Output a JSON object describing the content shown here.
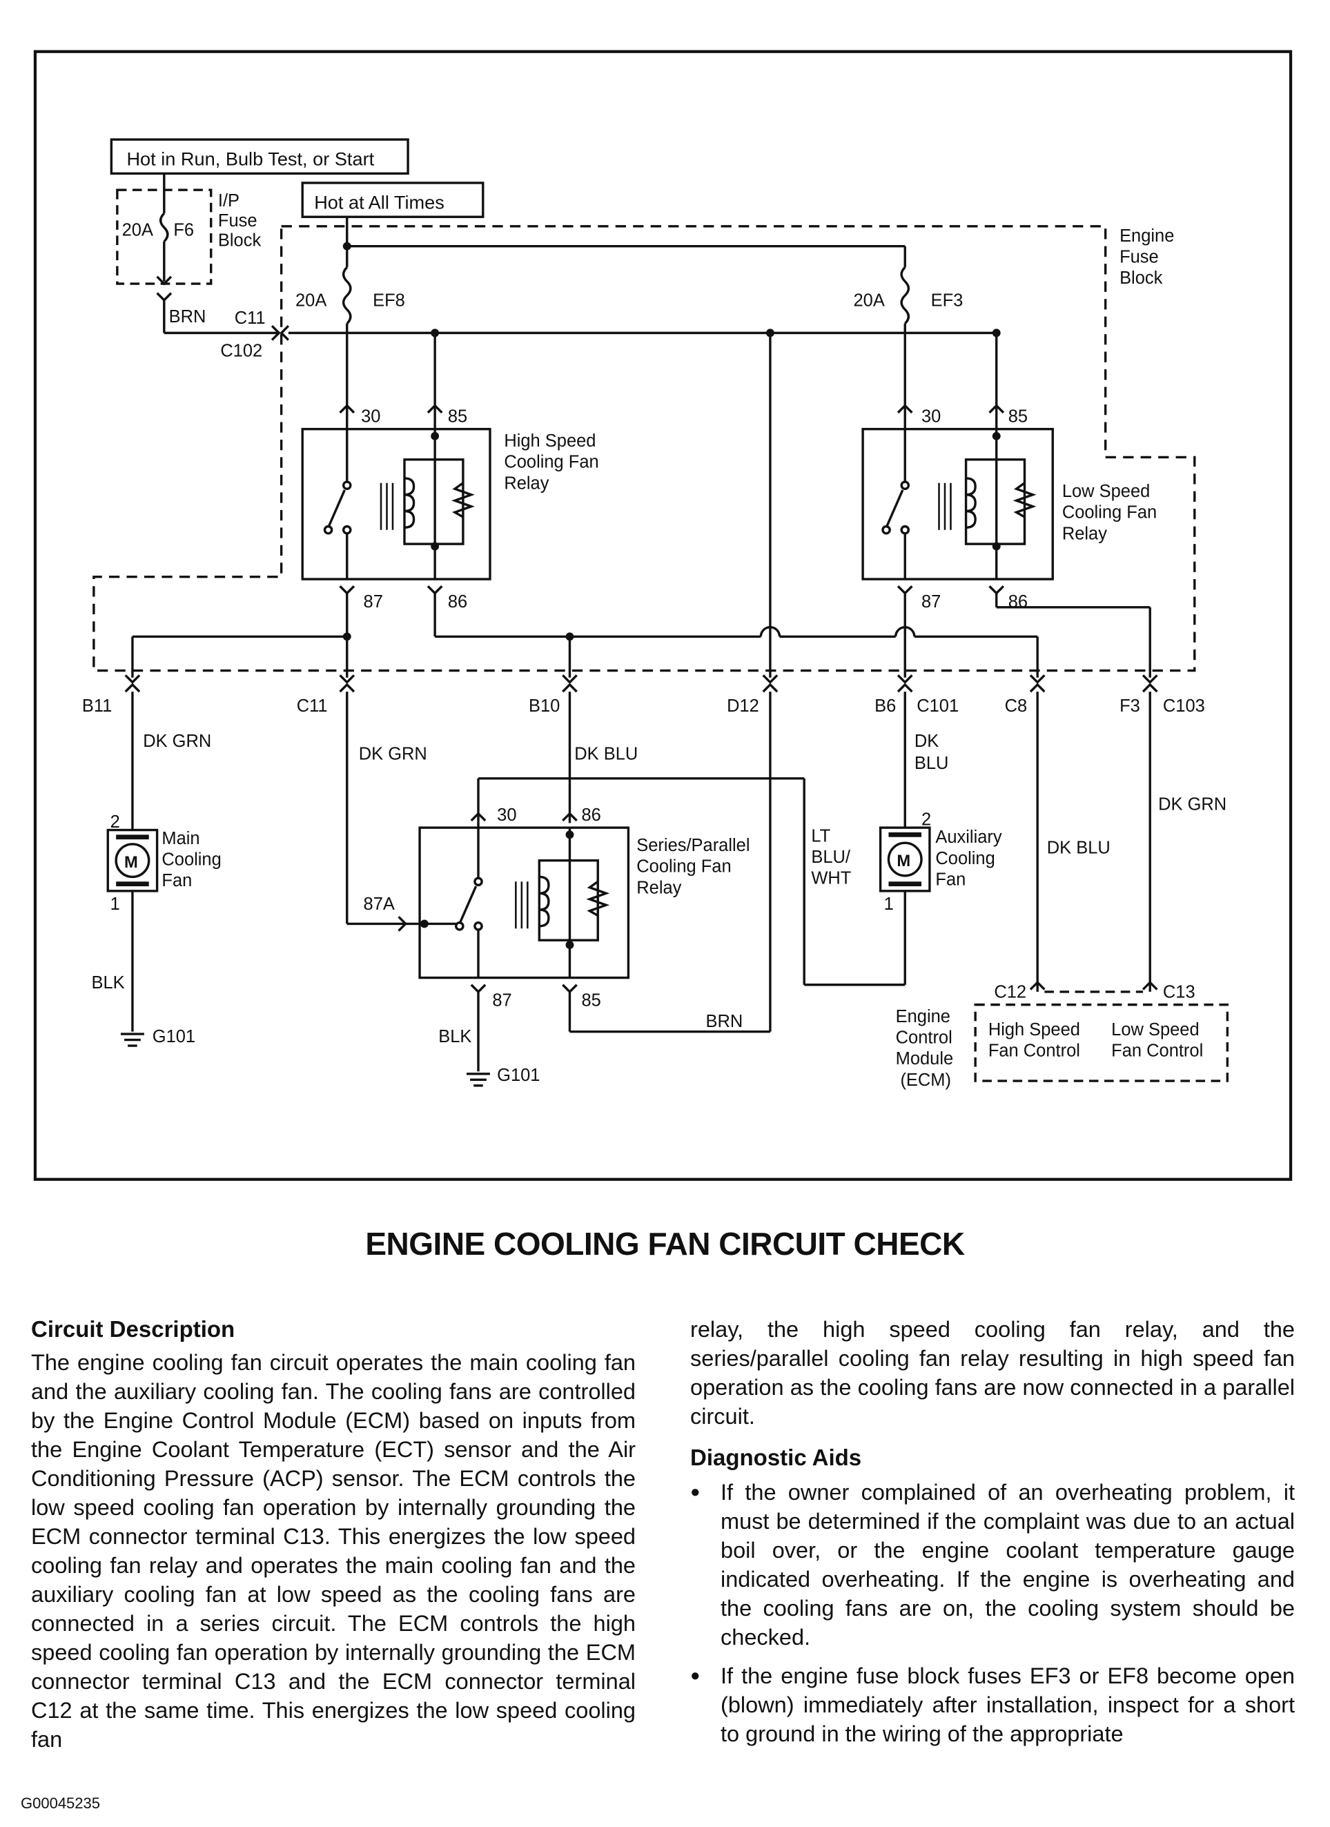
{
  "diagram": {
    "labels": {
      "hot_run": "Hot in Run, Bulb Test, or Start",
      "hot_all": "Hot at All Times",
      "ip_fuse_amp": "20A",
      "ip_fuse_name": "F6",
      "ip_fuse_block": [
        "I/P",
        "Fuse",
        "Block"
      ],
      "brn_wire": "BRN",
      "c11_top": "C11",
      "c102": "C102",
      "engine_fuse_block": [
        "Engine",
        "Fuse",
        "Block"
      ],
      "ef8_amp": "20A",
      "ef8_name": "EF8",
      "ef3_amp": "20A",
      "ef3_name": "EF3",
      "hs_relay_name": [
        "High Speed",
        "Cooling Fan",
        "Relay"
      ],
      "ls_relay_name": [
        "Low Speed",
        "Cooling Fan",
        "Relay"
      ],
      "sp_relay_name": [
        "Series/Parallel",
        "Cooling Fan",
        "Relay"
      ],
      "t30": "30",
      "t85": "85",
      "t87": "87",
      "t86": "86",
      "t87a": "87A",
      "b11": "B11",
      "c11": "C11",
      "b10": "B10",
      "d12": "D12",
      "b6": "B6",
      "c101": "C101",
      "c8": "C8",
      "f3": "F3",
      "c103": "C103",
      "dk_grn": "DK GRN",
      "dk_blu": "DK BLU",
      "dk": "DK",
      "blu": "BLU",
      "lt_blu_wht": [
        "LT",
        "BLU/",
        "WHT"
      ],
      "main_fan": [
        "Main",
        "Cooling",
        "Fan"
      ],
      "aux_fan": [
        "Auxiliary",
        "Cooling",
        "Fan"
      ],
      "motor": "M",
      "pin2": "2",
      "pin1": "1",
      "blk": "BLK",
      "g101": "G101",
      "brn": "BRN",
      "c12": "C12",
      "c13": "C13",
      "ecm": [
        "Engine",
        "Control",
        "Module",
        "(ECM)"
      ],
      "hs_control": [
        "High Speed",
        "Fan Control"
      ],
      "ls_control": [
        "Low Speed",
        "Fan Control"
      ]
    }
  },
  "title": "ENGINE COOLING FAN CIRCUIT CHECK",
  "circuit_description": {
    "heading": "Circuit Description",
    "text": "The engine cooling fan circuit operates the main cooling fan and the auxiliary cooling fan. The cooling fans are controlled by the Engine Control Module (ECM) based on inputs from the Engine Coolant Temperature (ECT) sensor and the Air Conditioning Pressure (ACP) sensor. The ECM controls the low speed cooling fan operation by internally grounding the ECM connector terminal C13. This energizes the low speed cooling fan relay and operates the main cooling fan and the auxiliary cooling fan at low speed as the cooling fans are connected in a series circuit. The ECM controls the high speed cooling fan operation by internally grounding the ECM connector terminal C13 and the ECM connector terminal C12 at the same time. This energizes the low speed cooling fan",
    "continuation": "relay, the high speed cooling fan relay, and the series/parallel cooling fan relay resulting in high speed fan operation as the cooling fans are now connected in a parallel circuit."
  },
  "diagnostic_aids": {
    "heading": "Diagnostic Aids",
    "items": [
      "If the owner complained of an overheating problem, it must be determined if the complaint was due to an actual boil over, or the engine coolant temperature gauge indicated overheating. If the engine is overheating and the cooling fans are on, the cooling system should be checked.",
      "If the engine fuse block fuses EF3 or EF8 become open (blown) immediately after installation, inspect for a short to ground in the wiring of the appropriate"
    ]
  },
  "figure_code": "G00045235"
}
